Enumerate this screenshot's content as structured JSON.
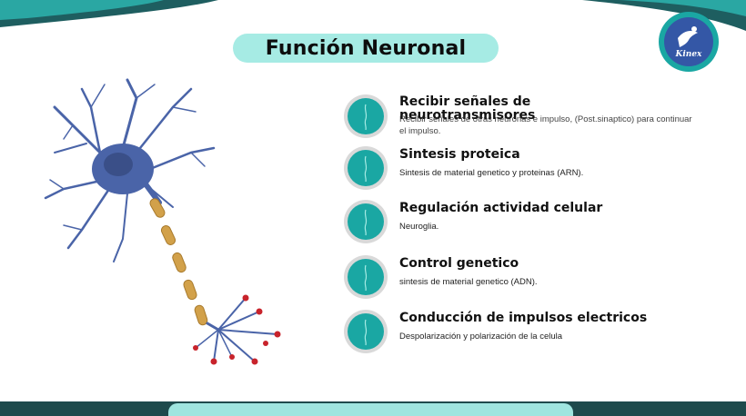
{
  "title": "Función Neuronal",
  "logo_text": "Kinex",
  "items": [
    {
      "title": "Recibir señales de neurotransmisores",
      "desc": "Recibir señales de otras neuronas e impulso, (Post.sinaptico) para continuar el impulso."
    },
    {
      "title": "Sintesis proteica",
      "desc": "Sintesis de material genetico y proteinas (ARN)."
    },
    {
      "title": "Regulación actividad celular",
      "desc": "Neuroglia."
    },
    {
      "title": "Control genetico",
      "desc": "sintesis de material genetico (ADN)."
    },
    {
      "title": "Conducción de impulsos electricos",
      "desc": "Despolarización y polarización de la celula"
    }
  ],
  "colors": {
    "accent": "#a6ebe4",
    "teal": "#1aa7a3",
    "dark_teal": "#1e4a4c",
    "neuron_blue": "#4a64a8",
    "myelin": "#d2a14a",
    "terminal_red": "#c8232b"
  }
}
